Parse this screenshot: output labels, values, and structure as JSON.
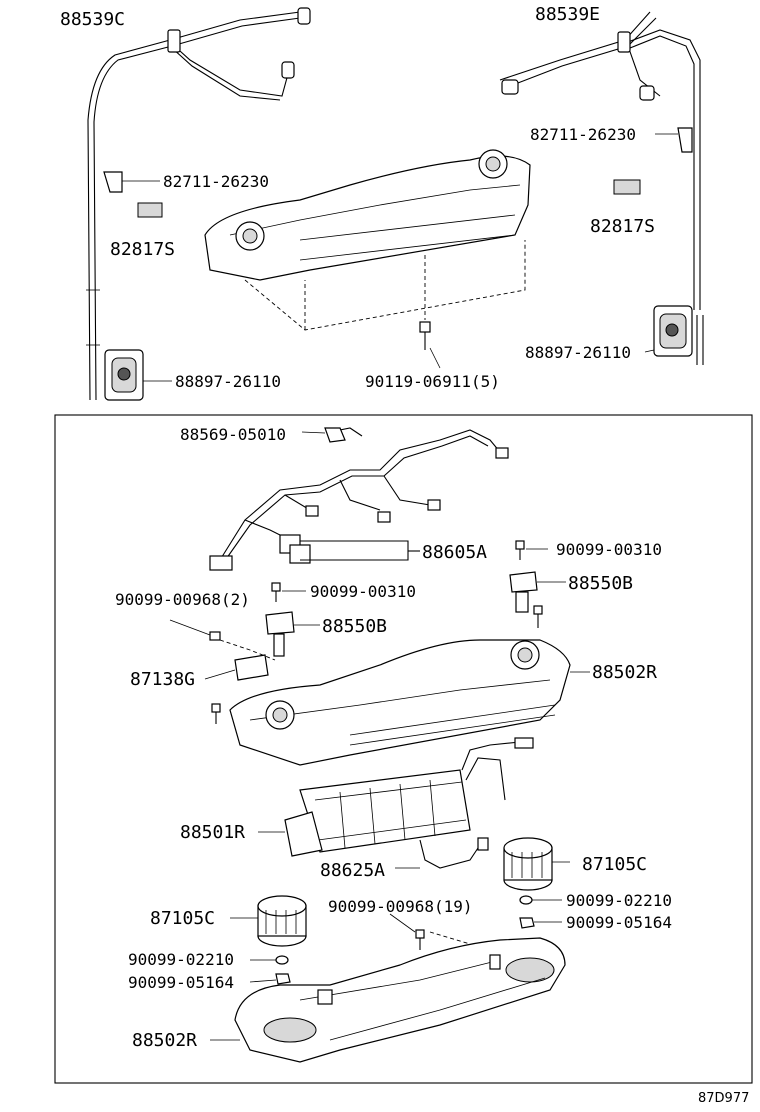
{
  "diagram_code": "87D977",
  "labels": {
    "p88539C": "88539C",
    "p88539E": "88539E",
    "p82711_left": "82711-26230",
    "p82711_right": "82711-26230",
    "p82817S_left": "82817S",
    "p82817S_right": "82817S",
    "p88897_left": "88897-26110",
    "p88897_right": "88897-26110",
    "p90119": "90119-06911(5)",
    "p88569": "88569-05010",
    "p88605A": "88605A",
    "p90099_00310_a": "90099-00310",
    "p90099_00310_b": "90099-00310",
    "p88550B_a": "88550B",
    "p88550B_b": "88550B",
    "p90099_00968_2": "90099-00968(2)",
    "p87138G": "87138G",
    "p88502R_top": "88502R",
    "p88501R": "88501R",
    "p88625A": "88625A",
    "p87105C_right": "87105C",
    "p90099_02210_right": "90099-02210",
    "p90099_05164_right": "90099-05164",
    "p90099_00968_19": "90099-00968(19)",
    "p87105C_left": "87105C",
    "p90099_02210_left": "90099-02210",
    "p90099_05164_left": "90099-05164",
    "p88502R_bottom": "88502R"
  }
}
